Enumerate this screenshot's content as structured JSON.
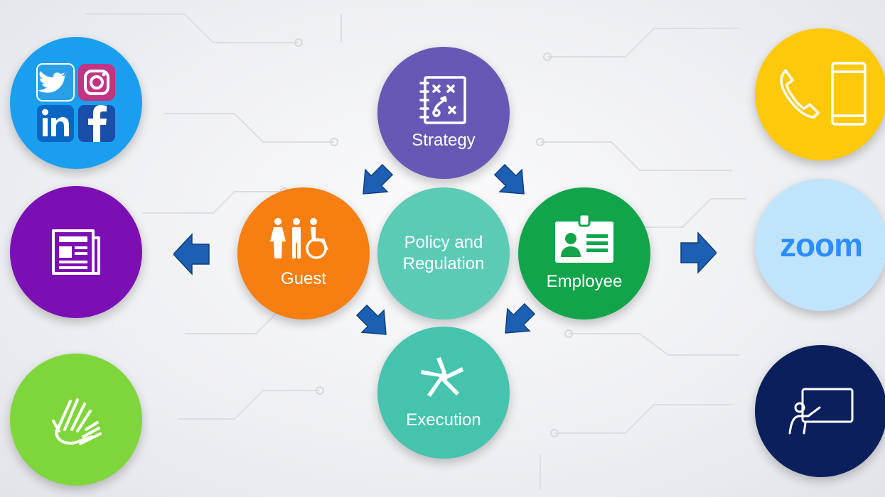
{
  "colors": {
    "strategy": "#6758b5",
    "policy": "#5ccbb6",
    "guest": "#f77f11",
    "employee": "#12a44b",
    "execution": "#45c3ad",
    "social": "#1a9ff0",
    "news": "#7c0fb3",
    "sign": "#7ed63b",
    "phone": "#ffc90b",
    "zoom": "#bfe4fb",
    "presentation": "#0b1f5c",
    "arrow": "#1d5fb2"
  },
  "icons": {
    "social": "social-media-grid-icon",
    "news": "newspaper-icon",
    "sign": "sign-language-icon",
    "phone": "phone-devices-icon",
    "presentation": "presentation-board-icon"
  },
  "center": {
    "strategy": "Strategy",
    "policy_line1": "Policy and",
    "policy_line2": "Regulation",
    "guest": "Guest",
    "employee": "Employee",
    "execution": "Execution"
  },
  "right": {
    "zoom_logo": "zoom"
  }
}
